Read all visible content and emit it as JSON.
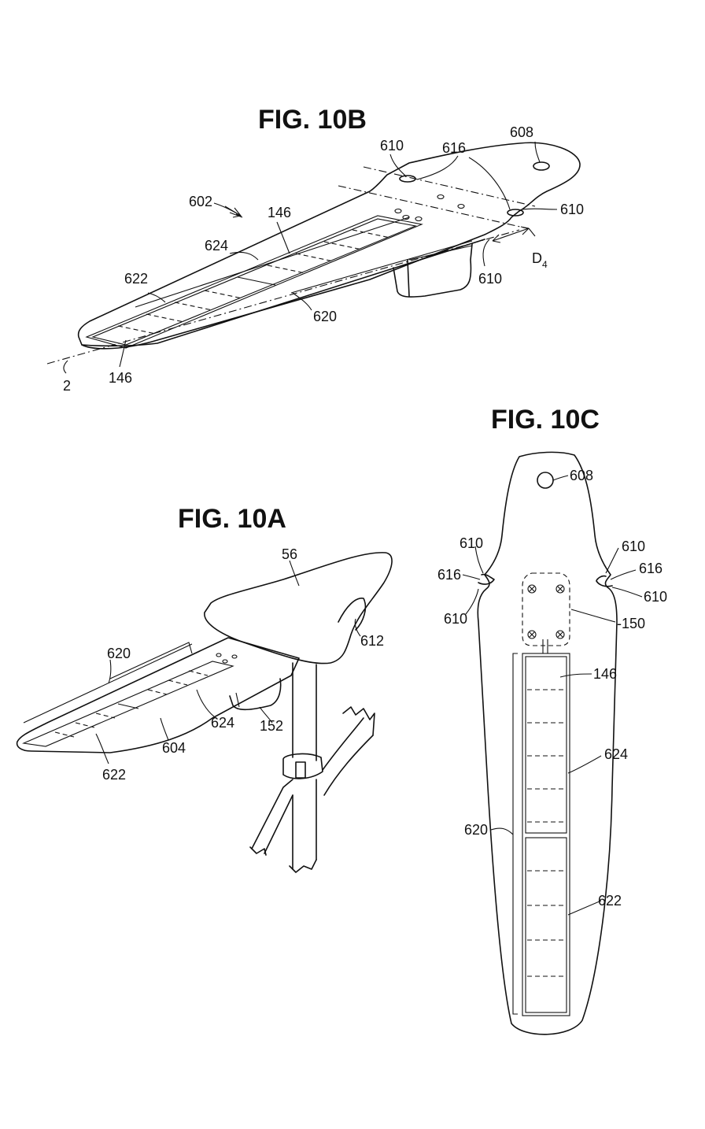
{
  "figures": {
    "fig10b": {
      "title": "FIG. 10B",
      "labels": {
        "l610a": "610",
        "l616": "616",
        "l608": "608",
        "l602": "602",
        "l146a": "146",
        "l624": "624",
        "l610b": "610",
        "l622": "622",
        "l620": "620",
        "l610c": "610",
        "l146b": "146",
        "l2": "2",
        "d_main": "D",
        "d_sub": "4"
      }
    },
    "fig10a": {
      "title": "FIG. 10A",
      "labels": {
        "l56": "56",
        "l612": "612",
        "l620": "620",
        "l624": "624",
        "l152": "152",
        "l604": "604",
        "l622": "622"
      }
    },
    "fig10c": {
      "title": "FIG. 10C",
      "labels": {
        "l608": "608",
        "l610a": "610",
        "l610b": "610",
        "l616a": "616",
        "l616b": "616",
        "l610c": "610",
        "l610d": "610",
        "l150": "150",
        "l146": "146",
        "l624": "624",
        "l620": "620",
        "l622": "622"
      }
    }
  }
}
